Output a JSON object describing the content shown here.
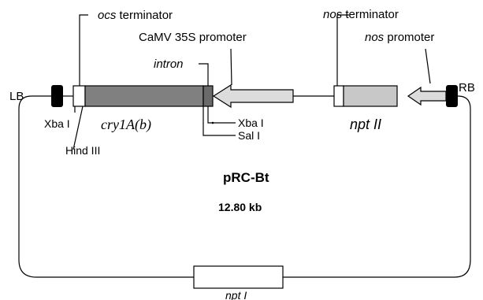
{
  "plasmid": {
    "name": "pRC-Bt",
    "size": "12.80 kb"
  },
  "borders": {
    "left": "LB",
    "right": "RB"
  },
  "labels": {
    "ocs_prefix": "ocs",
    "ocs_suffix": " terminator",
    "camv": "CaMV 35S promoter",
    "intron": "intron",
    "nos_term_prefix": "nos",
    "nos_term_suffix": " terminator",
    "nos_prom_prefix": "nos",
    "nos_prom_suffix": " promoter",
    "cry": "cry1A(b)",
    "npt2": "npt II",
    "npt1": "npt I",
    "xba1_left": "Xba I",
    "hind3": "Hind III",
    "xba1_right": "Xba I",
    "sal1": "Sal I"
  },
  "colors": {
    "cry_fill": "#808080",
    "intron_fill": "#6a6a6a",
    "npt2_fill": "#c8c8c8",
    "promoter_arrow_fill": "#dcdcdc",
    "border_fill": "#000000"
  }
}
